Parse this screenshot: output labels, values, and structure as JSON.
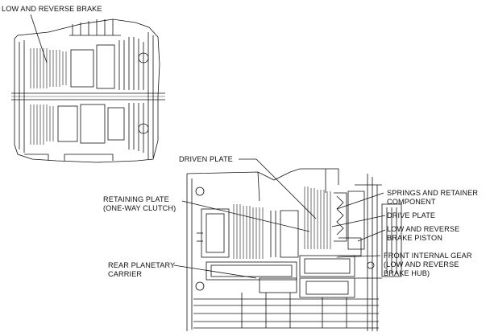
{
  "labels": {
    "low_reverse_brake": "LOW AND REVERSE BRAKE",
    "driven_plate": "DRIVEN PLATE",
    "retaining_plate": "RETAINING PLATE\n(ONE-WAY CLUTCH)",
    "springs_retainer": "SPRINGS AND RETAINER\nCOMPONENT",
    "drive_plate": "DRIVE PLATE",
    "low_reverse_piston": "LOW AND REVERSE\nBRAKE PISTON",
    "rear_planetary_carrier": "REAR PLANETARY\nCARRIER",
    "front_internal_gear": "FRONT INTERNAL GEAR\n(LOW AND REVERSE\nBRAKE HUB)"
  },
  "colors": {
    "line": "#111111",
    "background": "#ffffff"
  }
}
